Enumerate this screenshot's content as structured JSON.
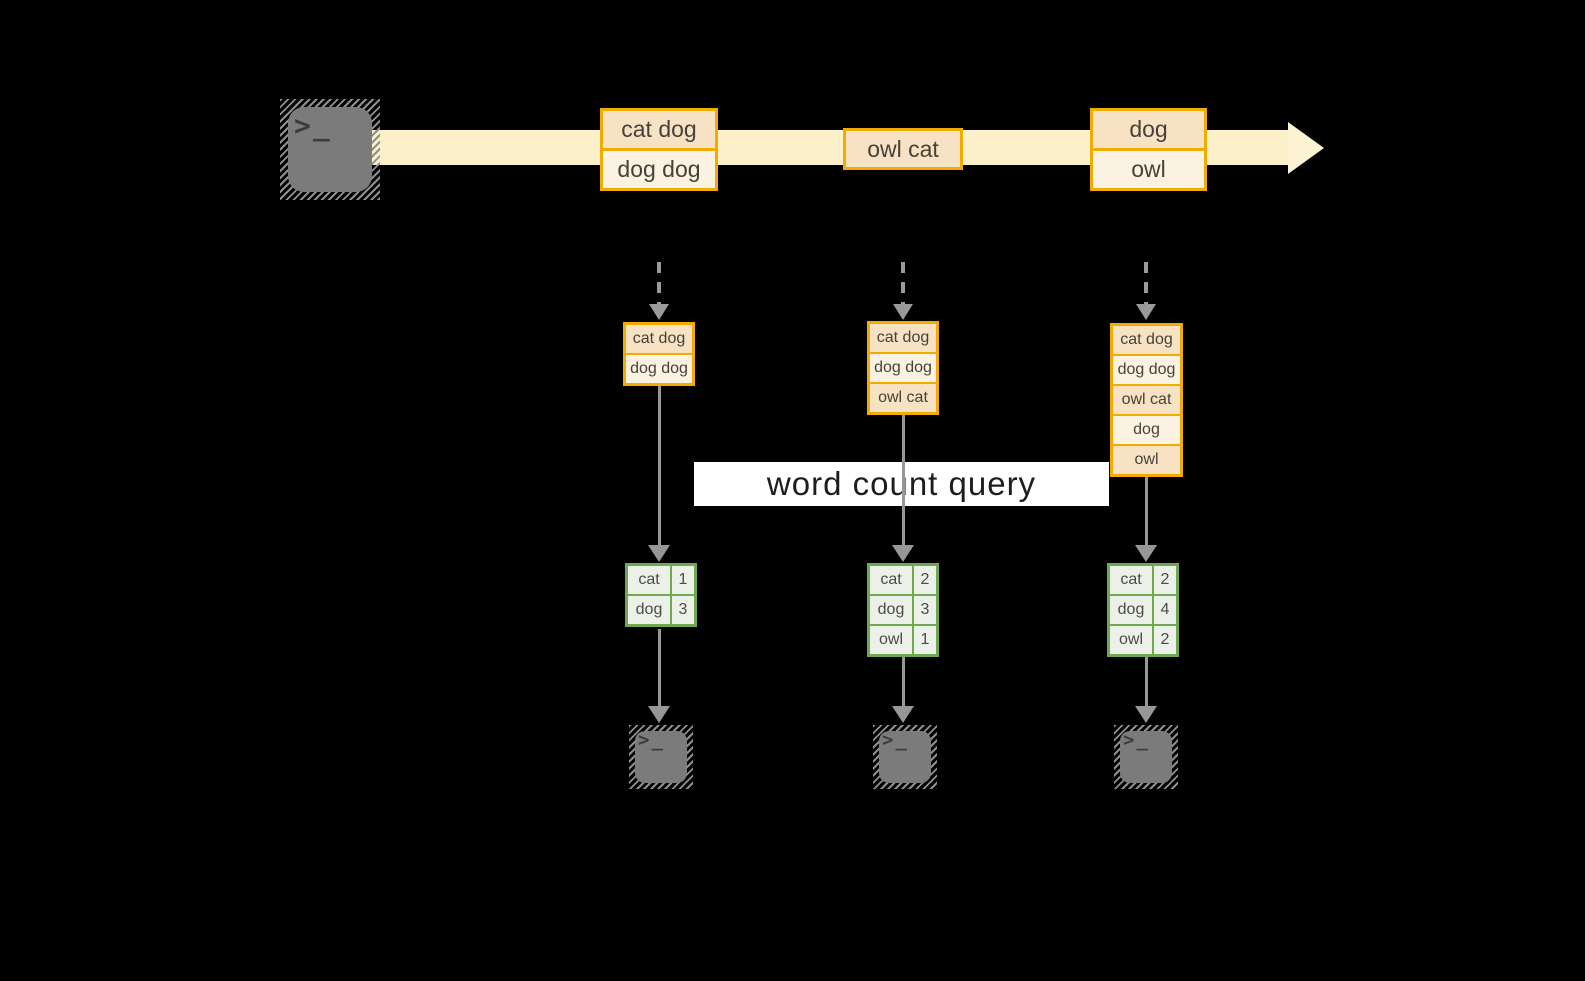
{
  "banner": {
    "label": "word count query"
  },
  "stream": {
    "events": [
      {
        "rows": [
          "cat dog",
          "dog dog"
        ]
      },
      {
        "rows": [
          "owl cat"
        ]
      },
      {
        "rows": [
          "dog",
          "owl"
        ]
      }
    ]
  },
  "columns": [
    {
      "batch": [
        "cat dog",
        "dog dog"
      ],
      "counts": [
        [
          "cat",
          "1"
        ],
        [
          "dog",
          "3"
        ]
      ]
    },
    {
      "batch": [
        "cat dog",
        "dog dog",
        "owl cat"
      ],
      "counts": [
        [
          "cat",
          "2"
        ],
        [
          "dog",
          "3"
        ],
        [
          "owl",
          "1"
        ]
      ]
    },
    {
      "batch": [
        "cat dog",
        "dog dog",
        "owl cat",
        "dog",
        "owl"
      ],
      "counts": [
        [
          "cat",
          "2"
        ],
        [
          "dog",
          "4"
        ],
        [
          "owl",
          "2"
        ]
      ]
    }
  ],
  "icons": {
    "terminal_glyph": ">_"
  },
  "colors": {
    "background": "#000000",
    "stream_band": "#FBF0CA",
    "gold_border": "#F2AC00",
    "peach_fill": "#F8E2C4",
    "cream_fill": "#FCF2E2",
    "green_border": "#6FA84F",
    "green_fill": "#ECF1E8",
    "arrow_gray": "#979797",
    "terminal_gray": "#7B7B7B",
    "banner_bg": "#FFFFFF"
  }
}
